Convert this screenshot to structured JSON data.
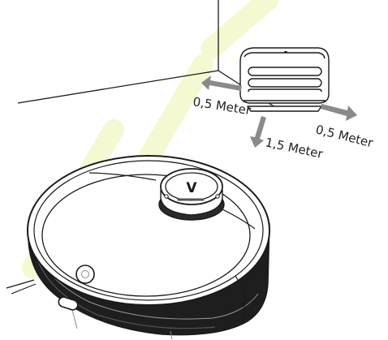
{
  "labels": {
    "left": "0,5 Meter",
    "front": "1,5 Meter",
    "right": "0,5 Meter"
  },
  "robot": {
    "brand_mark": "V"
  },
  "colors": {
    "arrow": "#8a8a8a",
    "line": "#1a1a1a",
    "watermark": "#f3f9cf",
    "background": "#ffffff"
  }
}
